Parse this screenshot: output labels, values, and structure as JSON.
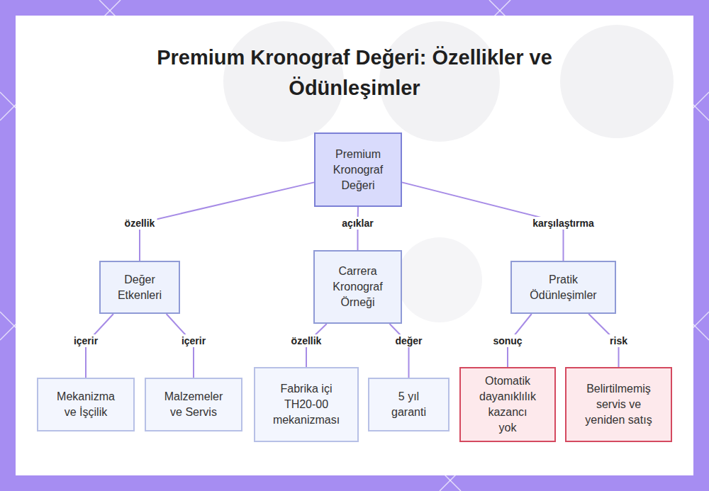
{
  "diagram": {
    "title": "Premium Kronograf Değeri: Özellikler ve Ödünleşimler",
    "nodes": [
      {
        "text": [
          "Premium Kronograf Değeri"
        ]
      },
      {
        "text": [
          "Değer Etkenleri"
        ]
      },
      {
        "text": [
          "Carrera Kronograf Örneği"
        ]
      },
      {
        "text": [
          "Pratik Ödünleşimler"
        ]
      },
      {
        "text": [
          "Mekanizma ve İşçilik"
        ]
      },
      {
        "text": [
          "Malzemeler ve Servis"
        ]
      },
      {
        "text": [
          "Fabrika içi TH20-00 mekanizması"
        ]
      },
      {
        "text": [
          "5 yıl garanti"
        ]
      },
      {
        "text": [
          "Otomatik dayanıklılık kazancı yok"
        ]
      },
      {
        "text": [
          "Belirtilmemiş servis ve yeniden satış"
        ]
      }
    ],
    "edges": [
      {
        "from": 0,
        "to": 1,
        "label": "özellik",
        "arrow": "none"
      },
      {
        "from": 0,
        "to": 2,
        "label": "açıklar",
        "arrow": "none"
      },
      {
        "from": 0,
        "to": 3,
        "label": "karşılaştırma",
        "arrow": "none"
      },
      {
        "from": 1,
        "to": 4,
        "label": "içerir",
        "arrow": "none"
      },
      {
        "from": 1,
        "to": 5,
        "label": "içerir",
        "arrow": "none"
      },
      {
        "from": 2,
        "to": 6,
        "label": "özellik",
        "arrow": "none"
      },
      {
        "from": 2,
        "to": 7,
        "label": "değer",
        "arrow": "none"
      },
      {
        "from": 3,
        "to": 8,
        "label": "sonuç",
        "arrow": "none"
      },
      {
        "from": 3,
        "to": 9,
        "label": "risk",
        "arrow": "none"
      }
    ]
  }
}
